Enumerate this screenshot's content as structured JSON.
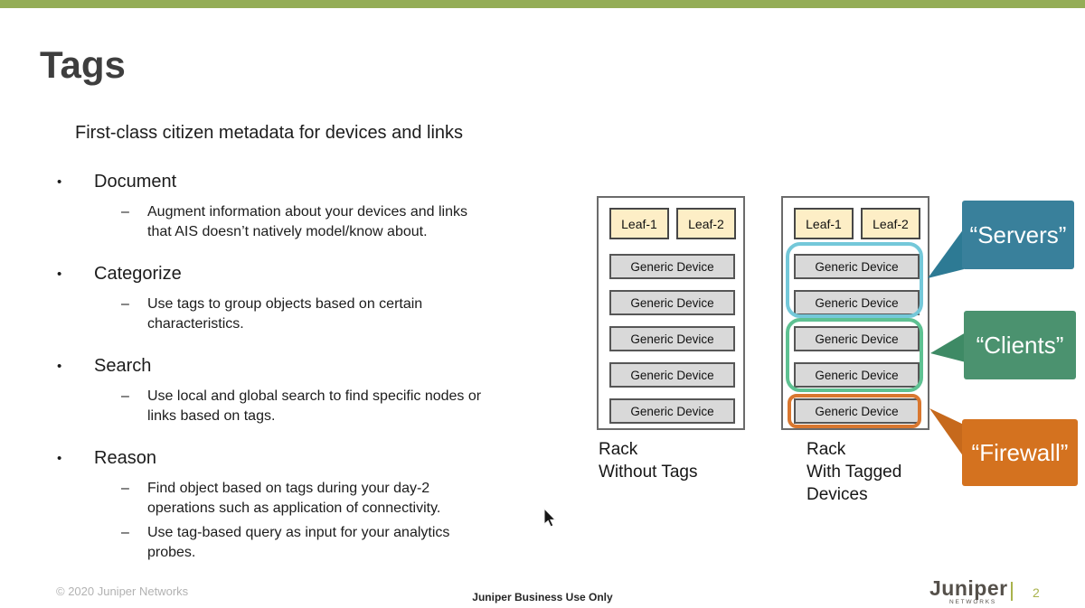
{
  "slide": {
    "title": "Tags",
    "subtitle": "First-class citizen metadata for devices and links",
    "markers": {
      "bullet": "•",
      "dash": "–"
    },
    "bullets": [
      {
        "label": "Document",
        "subs": [
          {
            "lines": [
              "Augment information about your devices and links",
              "that AIS doesn’t natively model/know about."
            ]
          }
        ]
      },
      {
        "label": "Categorize",
        "subs": [
          {
            "lines": [
              "Use tags to group objects based on certain",
              "characteristics."
            ]
          }
        ]
      },
      {
        "label": "Search",
        "subs": [
          {
            "lines": [
              "Use local and global search to find specific nodes or",
              "links based on tags."
            ]
          }
        ]
      },
      {
        "label": "Reason",
        "subs": [
          {
            "lines": [
              "Find object based on tags during your day-2",
              "operations such as application of connectivity."
            ]
          },
          {
            "lines": [
              "Use tag-based query as input for your analytics",
              "probes."
            ]
          }
        ]
      }
    ]
  },
  "diagram": {
    "rack_without_tags": {
      "label_lines": [
        "Rack",
        "Without Tags"
      ],
      "leaves": [
        "Leaf-1",
        "Leaf-2"
      ],
      "devices": [
        "Generic Device",
        "Generic Device",
        "Generic Device",
        "Generic Device",
        "Generic Device"
      ]
    },
    "rack_with_tagged": {
      "label_lines": [
        "Rack",
        "With Tagged",
        "Devices"
      ],
      "leaves": [
        "Leaf-1",
        "Leaf-2"
      ],
      "devices": [
        "Generic Device",
        "Generic Device",
        "Generic Device",
        "Generic Device",
        "Generic Device"
      ]
    },
    "tags": [
      {
        "label": "“Servers”",
        "bubble_color": "#39809b",
        "ring_color": "#74c8d9"
      },
      {
        "label": "“Clients”",
        "bubble_color": "#4b926f",
        "ring_color": "#5ec192"
      },
      {
        "label": "“Firewall”",
        "bubble_color": "#d4721f",
        "ring_color": "#d9772f"
      }
    ]
  },
  "footer": {
    "copyright": "© 2020 Juniper Networks",
    "classification": "Juniper Business Use Only",
    "logo_text": "Juniper",
    "logo_sub": "NETWORKS",
    "page_number": "2",
    "accent_color": "#a9b34c"
  },
  "colors": {
    "top_bar": "#94ad56"
  }
}
